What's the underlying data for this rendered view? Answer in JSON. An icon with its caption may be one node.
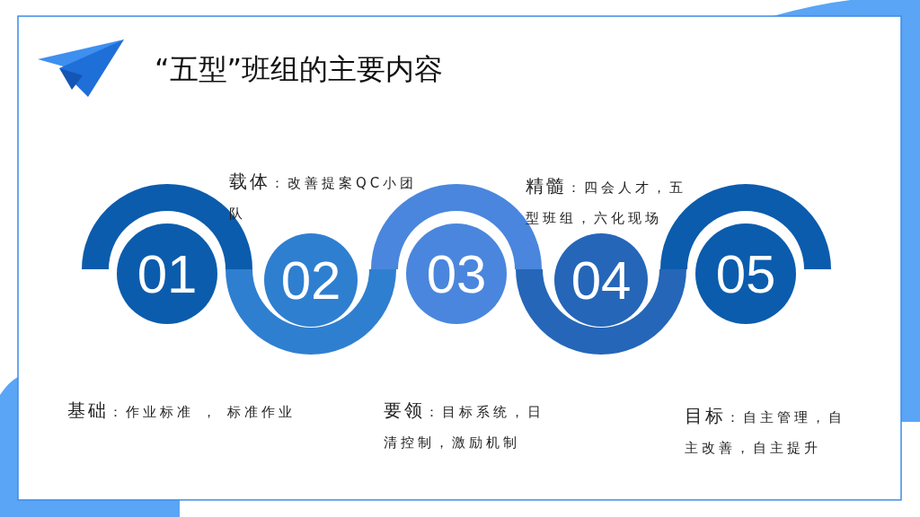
{
  "diagram": {
    "title": "“五型”班组的主要内容",
    "nodes": [
      {
        "text": [
          "01"
        ],
        "beside": [
          "基础",
          "：作业标准 ， 标准作业"
        ]
      },
      {
        "text": [
          "02"
        ],
        "beside": [
          "载体",
          "：改善提案QC小团队"
        ]
      },
      {
        "text": [
          "03"
        ],
        "beside": [
          "要领",
          "：目标系统，日清控制，激励机制"
        ]
      },
      {
        "text": [
          "04"
        ],
        "beside": [
          "精髓",
          "：四会人才，五型班组，六化现场"
        ]
      },
      {
        "text": [
          "05"
        ],
        "beside": [
          "目标",
          "：自主管理，自主改善，自主提升"
        ]
      }
    ]
  }
}
